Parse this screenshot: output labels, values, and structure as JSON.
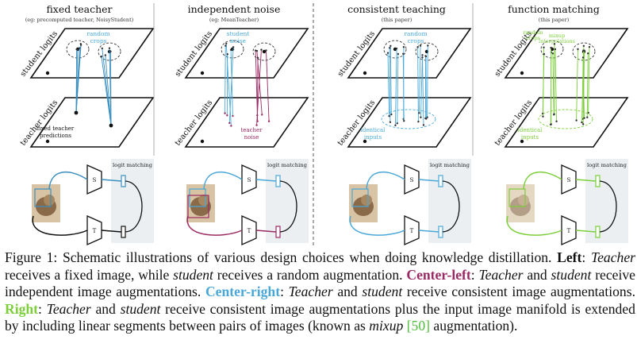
{
  "panels": [
    {
      "title": "fixed teacher",
      "subtitle": "(eg: precomputed teacher, NoisyStudent)",
      "student_label": "student logits",
      "teacher_label": "teacher logits",
      "note_top": "random crops",
      "note_bottom": "fixed teacher predictions",
      "logit_label": "logit matching"
    },
    {
      "title": "independent noise",
      "subtitle": "(eg: MeanTeacher)",
      "student_label": "student logits",
      "teacher_label": "teacher logits",
      "note_top": "student noise",
      "note_bottom": "teacher noise",
      "logit_label": "logit matching"
    },
    {
      "title": "consistent teaching",
      "subtitle": "(this paper)",
      "student_label": "student logits",
      "teacher_label": "teacher logits",
      "note_top": "random crops",
      "note_bottom": "identical inputs",
      "logit_label": "logit matching"
    },
    {
      "title": "function matching",
      "subtitle": "(this paper)",
      "student_label": "student logits",
      "teacher_label": "teacher logits",
      "note_top": "random crops",
      "note_top2": "mixup interpolations",
      "note_bottom": "identical inputs",
      "logit_label": "logit matching"
    }
  ],
  "network": {
    "student": "S",
    "teacher": "T"
  },
  "colors": {
    "left": "#222222",
    "center_left": "#9a2a63",
    "center_right": "#4aa8d8",
    "right": "#7ccf3a"
  },
  "caption": {
    "prefix": "Figure 1: Schematic illustrations of various design choices when doing knowledge distillation.",
    "left_label": "Left",
    "left_text_1": "Teacher",
    "left_text_2": "receives a fixed image, while",
    "left_text_3": "student",
    "left_text_4": "receives a random augmentation.",
    "cl_label": "Center-left",
    "cl_text_1": "Teacher",
    "cl_text_2": "and",
    "cl_text_3": "student",
    "cl_text_4": "receive independent image augmentations.",
    "cr_label": "Center-right",
    "cr_text_1": "Teacher",
    "cr_text_2": "and",
    "cr_text_3": "student",
    "cr_text_4": "receive consistent image augmentations.",
    "r_label": "Right",
    "r_text_1": "Teacher",
    "r_text_2": "and",
    "r_text_3": "student",
    "r_text_4": "receive consistent image augmentations plus the input image manifold is extended by including linear segments between pairs of images (known as",
    "r_text_5": "mixup",
    "cite": "[50]",
    "r_text_6": "augmentation)."
  }
}
